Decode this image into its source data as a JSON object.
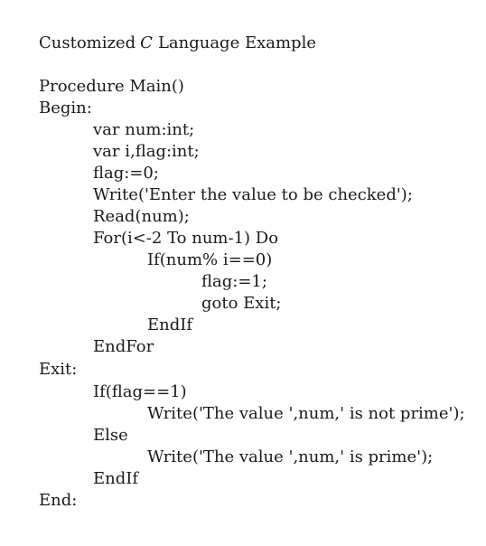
{
  "title": {
    "prefix": "Customized",
    "language_letter": "C",
    "suffix": "Language Example"
  },
  "code_lines": [
    "Procedure Main()",
    "Begin:",
    "var num:int;",
    "var i,flag:int;",
    "flag:=0;",
    "Write('Enter the value to be checked');",
    "Read(num);",
    "For(i<-2 To num-1) Do",
    "If(num% i==0)",
    "flag:=1;",
    "goto Exit;",
    "EndIf",
    "EndFor",
    "Exit:",
    "If(flag==1)",
    "Write('The value ',num,' is not prime');",
    "Else",
    "Write('The value ',num,' is prime');",
    "EndIf",
    "End:"
  ]
}
